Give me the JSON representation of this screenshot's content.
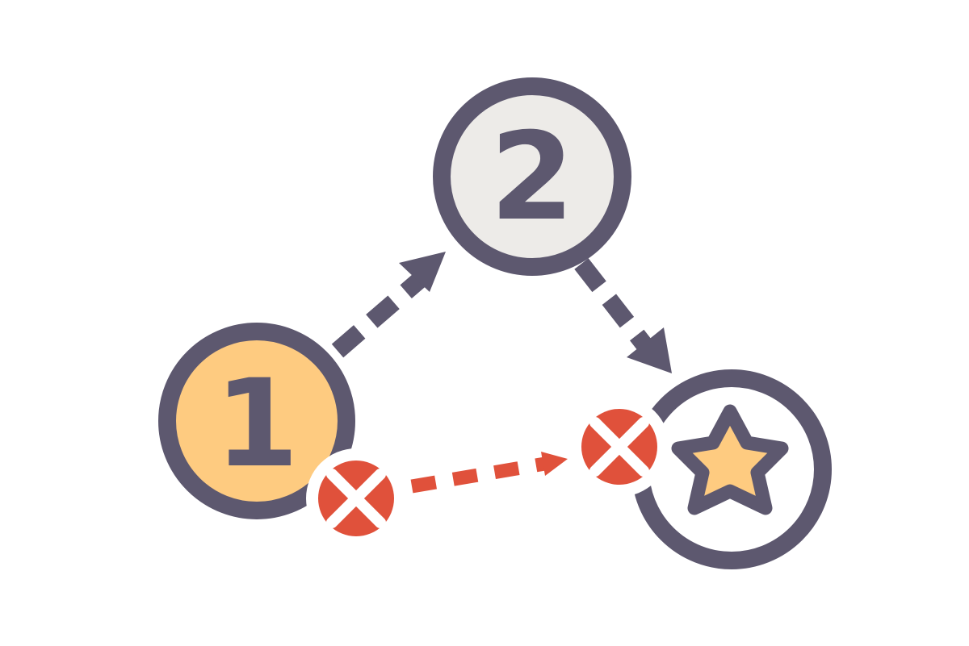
{
  "colors": {
    "background": "#ffffff",
    "outline": "#5d586f",
    "node_start_fill": "#fecb80",
    "node_middle_fill": "#edebe8",
    "node_goal_fill": "#ffffff",
    "star_fill": "#fecb80",
    "blocked": "#e0513b"
  },
  "nodes": {
    "start": {
      "label": "1"
    },
    "middle": {
      "label": "2"
    },
    "goal": {
      "icon": "star-icon"
    }
  },
  "edges": [
    {
      "from": "start",
      "to": "middle",
      "style": "dashed",
      "status": "allowed"
    },
    {
      "from": "middle",
      "to": "goal",
      "style": "dashed",
      "status": "allowed"
    },
    {
      "from": "start",
      "to": "goal",
      "style": "dashed",
      "status": "blocked",
      "markers": [
        "blocked-icon",
        "blocked-icon"
      ]
    }
  ]
}
